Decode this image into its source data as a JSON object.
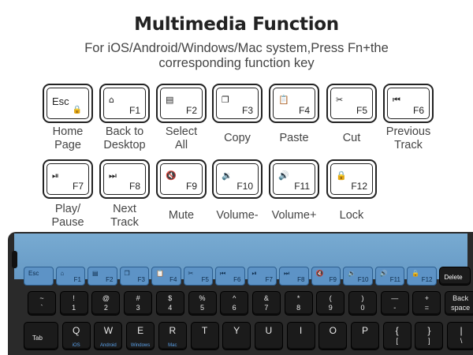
{
  "header": {
    "title": "Multimedia Function",
    "subtitle": "For iOS/Android/Windows/Mac system,Press Fn+the corresponding function key"
  },
  "function_keys": [
    {
      "symbol": "Esc",
      "fn": "",
      "label": "Home Page",
      "icon": "lock-icon"
    },
    {
      "symbol": "⌂",
      "fn": "F1",
      "label": "Back to Desktop",
      "icon": "home-icon"
    },
    {
      "symbol": "▤",
      "fn": "F2",
      "label": "Select All",
      "icon": "select-all-icon"
    },
    {
      "symbol": "❐",
      "fn": "F3",
      "label": "Copy",
      "icon": "copy-icon"
    },
    {
      "symbol": "📋",
      "fn": "F4",
      "label": "Paste",
      "icon": "paste-icon"
    },
    {
      "symbol": "✂",
      "fn": "F5",
      "label": "Cut",
      "icon": "cut-icon"
    },
    {
      "symbol": "⏮",
      "fn": "F6",
      "label": "Previous Track",
      "icon": "previous-track-icon"
    },
    {
      "symbol": "⏯",
      "fn": "F7",
      "label": "Play/ Pause",
      "icon": "play-pause-icon"
    },
    {
      "symbol": "⏭",
      "fn": "F8",
      "label": "Next Track",
      "icon": "next-track-icon"
    },
    {
      "symbol": "🔇",
      "fn": "F9",
      "label": "Mute",
      "icon": "mute-icon"
    },
    {
      "symbol": "🔉",
      "fn": "F10",
      "label": "Volume-",
      "icon": "volume-down-icon"
    },
    {
      "symbol": "🔊",
      "fn": "F11",
      "label": "Volume+",
      "icon": "volume-up-icon"
    },
    {
      "symbol": "🔒",
      "fn": "F12",
      "label": "Lock",
      "icon": "lock-icon"
    }
  ],
  "keyboard": {
    "fn_row": [
      "Esc",
      "F1",
      "F2",
      "F3",
      "F4",
      "F5",
      "F6",
      "F7",
      "F8",
      "F9",
      "F10",
      "F11",
      "F12",
      "Delete"
    ],
    "number_row": [
      {
        "top": "~",
        "bot": "`"
      },
      {
        "top": "!",
        "bot": "1"
      },
      {
        "top": "@",
        "bot": "2"
      },
      {
        "top": "#",
        "bot": "3"
      },
      {
        "top": "$",
        "bot": "4"
      },
      {
        "top": "%",
        "bot": "5"
      },
      {
        "top": "^",
        "bot": "6"
      },
      {
        "top": "&",
        "bot": "7"
      },
      {
        "top": "*",
        "bot": "8"
      },
      {
        "top": "(",
        "bot": "9"
      },
      {
        "top": ")",
        "bot": "0"
      },
      {
        "top": "—",
        "bot": "-"
      },
      {
        "top": "+",
        "bot": "="
      },
      {
        "top": "Back",
        "bot": "space"
      }
    ],
    "qwerty_row": [
      {
        "letter": "Tab",
        "sub": ""
      },
      {
        "letter": "Q",
        "sub": "iOS"
      },
      {
        "letter": "W",
        "sub": "Android"
      },
      {
        "letter": "E",
        "sub": "Windows"
      },
      {
        "letter": "R",
        "sub": "Mac"
      },
      {
        "letter": "T",
        "sub": ""
      },
      {
        "letter": "Y",
        "sub": ""
      },
      {
        "letter": "U",
        "sub": ""
      },
      {
        "letter": "I",
        "sub": ""
      },
      {
        "letter": "O",
        "sub": ""
      },
      {
        "letter": "P",
        "sub": ""
      },
      {
        "letter": "{",
        "sub": "["
      },
      {
        "letter": "}",
        "sub": "]"
      },
      {
        "letter": "|",
        "sub": "\\"
      }
    ]
  }
}
